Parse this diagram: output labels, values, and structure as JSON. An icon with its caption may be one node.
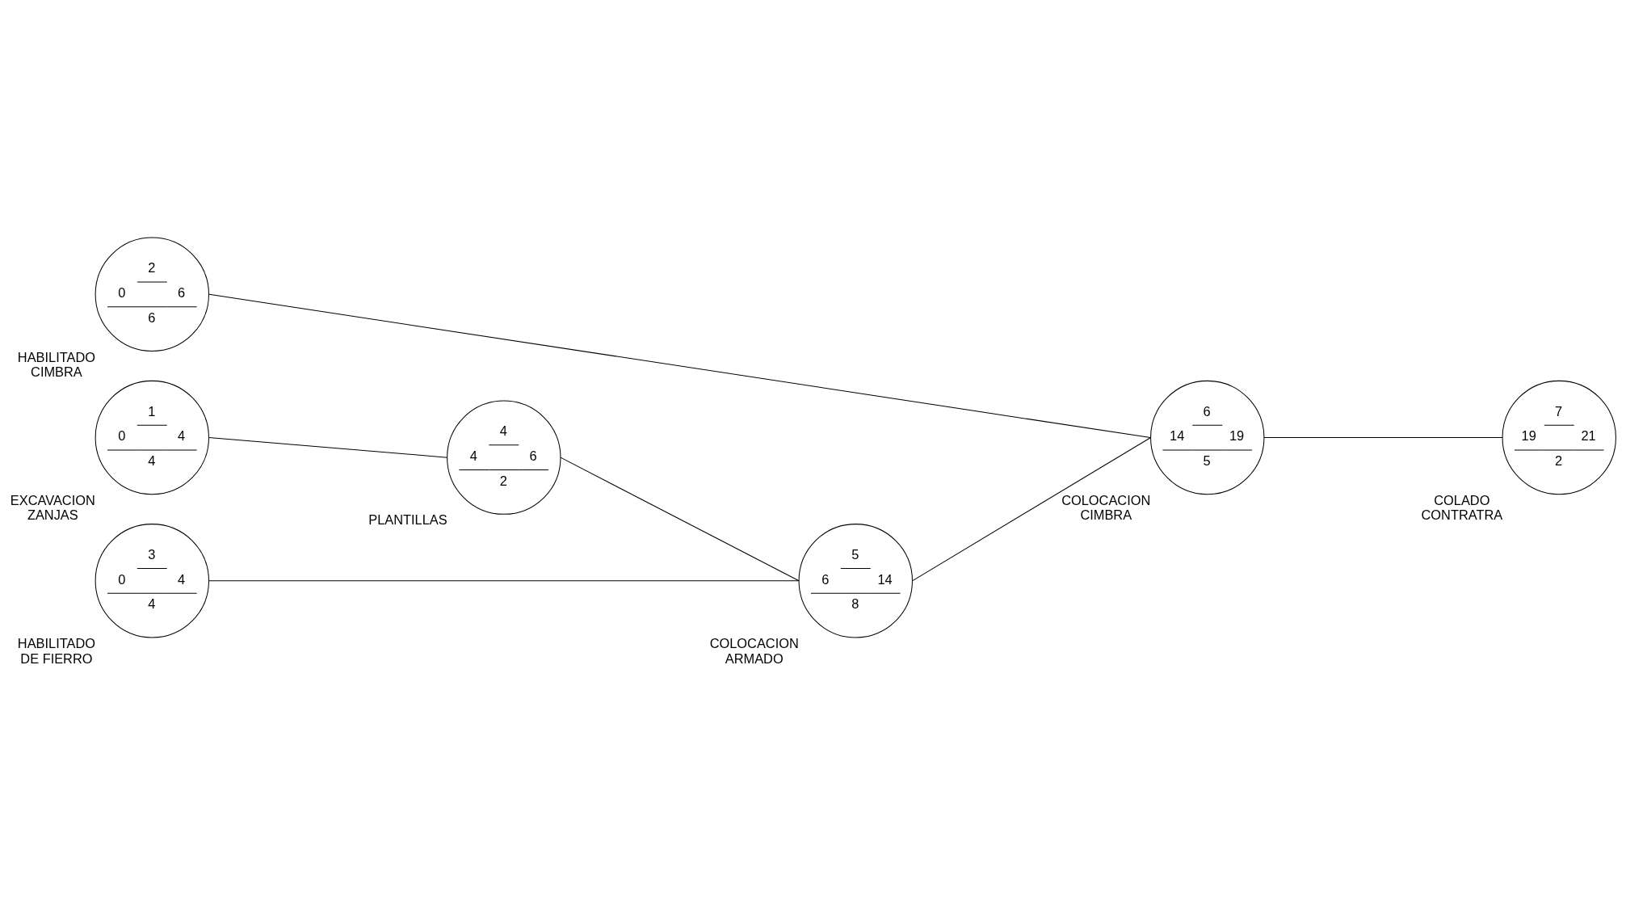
{
  "diagram": {
    "nodes": [
      {
        "text": [
          "2",
          "0",
          "6",
          "6"
        ],
        "beside": [
          "HABILITADO CIMBRA"
        ]
      },
      {
        "text": [
          "1",
          "0",
          "4",
          "4"
        ],
        "beside": [
          "EXCAVACION ZANJAS"
        ]
      },
      {
        "text": [
          "4",
          "4",
          "6",
          "2"
        ],
        "beside": [
          "PLANTILLAS"
        ]
      },
      {
        "text": [
          "6",
          "14",
          "19",
          "5"
        ],
        "beside": [
          "COLOCACION CIMBRA"
        ]
      },
      {
        "text": [
          "7",
          "19",
          "21",
          "2"
        ],
        "beside": [
          "COLADO CONTRATRA"
        ]
      },
      {
        "text": [
          "3",
          "0",
          "4",
          "4"
        ],
        "beside": [
          "HABILITADO DE FIERRO"
        ]
      },
      {
        "text": [
          "5",
          "6",
          "14",
          "8"
        ],
        "beside": [
          "COLOCACION ARMADO"
        ]
      }
    ],
    "edges": [
      {
        "from": 0,
        "to": 3,
        "arrow": "none"
      },
      {
        "from": 1,
        "to": 2,
        "arrow": "none"
      },
      {
        "from": 2,
        "to": 6,
        "arrow": "none"
      },
      {
        "from": 5,
        "to": 6,
        "arrow": "none"
      },
      {
        "from": 6,
        "to": 3,
        "arrow": "none"
      },
      {
        "from": 3,
        "to": 4,
        "arrow": "none"
      }
    ]
  }
}
